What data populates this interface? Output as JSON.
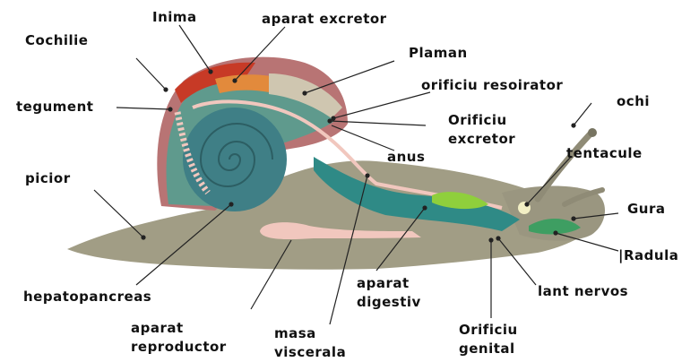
{
  "labels": {
    "inima": "Inima",
    "aparat_excretor": "aparat excretor",
    "cochilie": "Cochilie",
    "plaman": "Plaman",
    "orificiu_respirator": "orificiu resoirator",
    "ochi": "ochi",
    "tegument": "tegument",
    "orificiu_excretor_1": "Orificiu",
    "orificiu_excretor_2": "excretor",
    "anus": "anus",
    "tentacule": "tentacule",
    "picior": "picior",
    "gura": "Gura",
    "radula": "|Radula",
    "hepatopancreas": "hepatopancreas",
    "aparat_digestiv_1": "aparat",
    "aparat_digestiv_2": "digestiv",
    "lant_nervos": "lant nervos",
    "aparat_reproductor_1": "aparat",
    "aparat_reproductor_2": "reproductor",
    "masa_viscerala_1": "masa",
    "masa_viscerala_2": "viscerala",
    "orificiu_genital_1": "Orificiu",
    "orificiu_genital_2": "genital"
  },
  "colors": {
    "body": "#a19d85",
    "shell_outer": "#b87474",
    "shell_inner": "#5f9a8d",
    "spiral": "#3f7f86",
    "heart": "#c73a26",
    "excretory": "#e28a3c",
    "lung": "#cfc6b0",
    "digestive": "#2f8a86",
    "gland": "#8fcf3c",
    "reproductive": "#f1c7be",
    "leader_line": "#222222"
  }
}
